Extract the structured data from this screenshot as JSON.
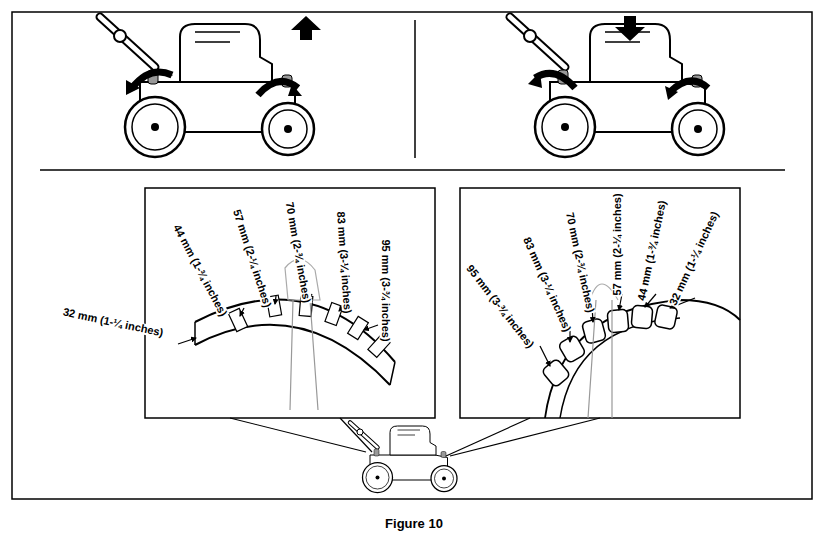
{
  "diagram": {
    "caption": "Figure 10",
    "labels": [
      "32 mm (1-¼ inches)",
      "44 mm (1-¾ inches)",
      "57 mm (2-¼ inches)",
      "70 mm (2-¾ inches)",
      "83 mm (3-¼ inches)",
      "95 mm (3-¾ inches)",
      "95 mm (3-¾ inches)",
      "83 mm (3-¼ inches)",
      "70 mm (2-¾ inches)",
      "57 mm (2-¼ inches)",
      "44 mm (1-¾ inches)",
      "32 mm (1-¼ inches)"
    ]
  }
}
